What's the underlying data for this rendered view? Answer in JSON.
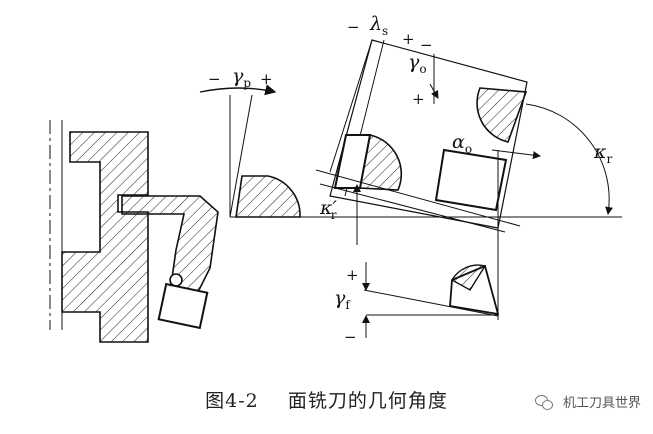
{
  "diagram": {
    "labels": {
      "lambda_s": "λ",
      "lambda_s_sub": "s",
      "gamma_p": "γ",
      "gamma_p_sub": "p",
      "gamma_o": "γ",
      "gamma_o_sub": "o",
      "alpha_o": "α",
      "alpha_o_sub": "o",
      "kappa_r": "κ",
      "kappa_r_sub": "r",
      "kappa_r_prime": "κ′",
      "kappa_r_prime_sub": "r",
      "gamma_f": "γ",
      "gamma_f_sub": "f"
    },
    "signs": {
      "minus": "−",
      "plus": "+"
    }
  },
  "caption": {
    "figure_number": "图4-2",
    "title": "面铣刀的几何角度"
  },
  "watermark": {
    "text": "机工刀具世界",
    "icon": "wechat-icon"
  }
}
